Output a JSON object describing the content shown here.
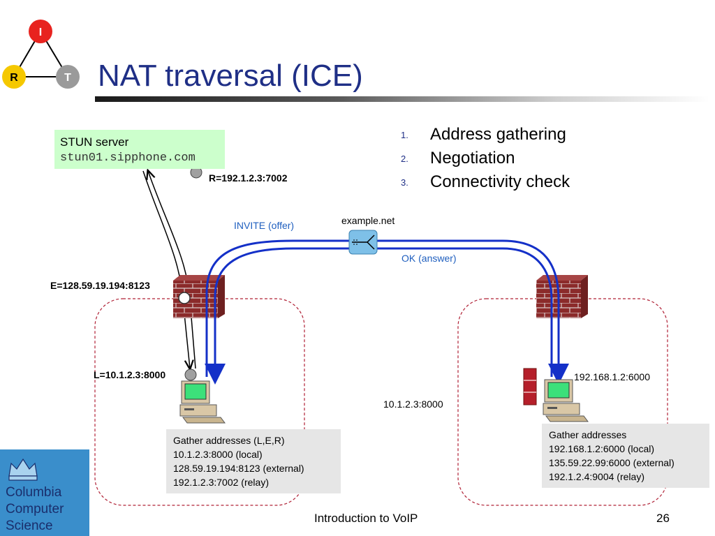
{
  "title": "NAT traversal (ICE)",
  "logo": {
    "nodes": [
      "I",
      "R",
      "T"
    ],
    "colors": {
      "I": "#e8231f",
      "R": "#f5c800",
      "T": "#9a9a9a"
    }
  },
  "steps": [
    {
      "num": "1.",
      "label": "Address gathering"
    },
    {
      "num": "2.",
      "label": "Negotiation"
    },
    {
      "num": "3.",
      "label": "Connectivity check"
    }
  ],
  "stun": {
    "title": "STUN server",
    "host": "stun01.sipphone.com"
  },
  "labels": {
    "relay": "R=192.1.2.3:7002",
    "external": "E=128.59.19.194:8123",
    "local": "L=10.1.2.3:8000",
    "proxy": "example.net",
    "invite": "INVITE (offer)",
    "ok": "OK (answer)",
    "right_host": "192.168.1.2:6000",
    "mid_addr": "10.1.2.3:8000"
  },
  "left_gather": {
    "heading": "Gather addresses (L,E,R)",
    "lines": [
      "10.1.2.3:8000 (local)",
      "128.59.19.194:8123 (external)",
      "192.1.2.3:7002 (relay)"
    ]
  },
  "right_gather": {
    "heading": "Gather addresses",
    "lines": [
      "192.168.1.2:6000 (local)",
      "135.59.22.99:6000 (external)",
      "192.1.2.4:9004 (relay)"
    ]
  },
  "footer": {
    "center": "Introduction to VoIP",
    "page": "26"
  },
  "institution": {
    "lines": [
      "Columbia",
      "Computer",
      "Science"
    ]
  },
  "colors": {
    "title": "#1f2f86",
    "signal_path": "#1430c8",
    "brick": "#8b2a2a",
    "stun_box": "#ccffcc",
    "gather_box": "#e6e6e6",
    "domain_border": "#b02035"
  }
}
